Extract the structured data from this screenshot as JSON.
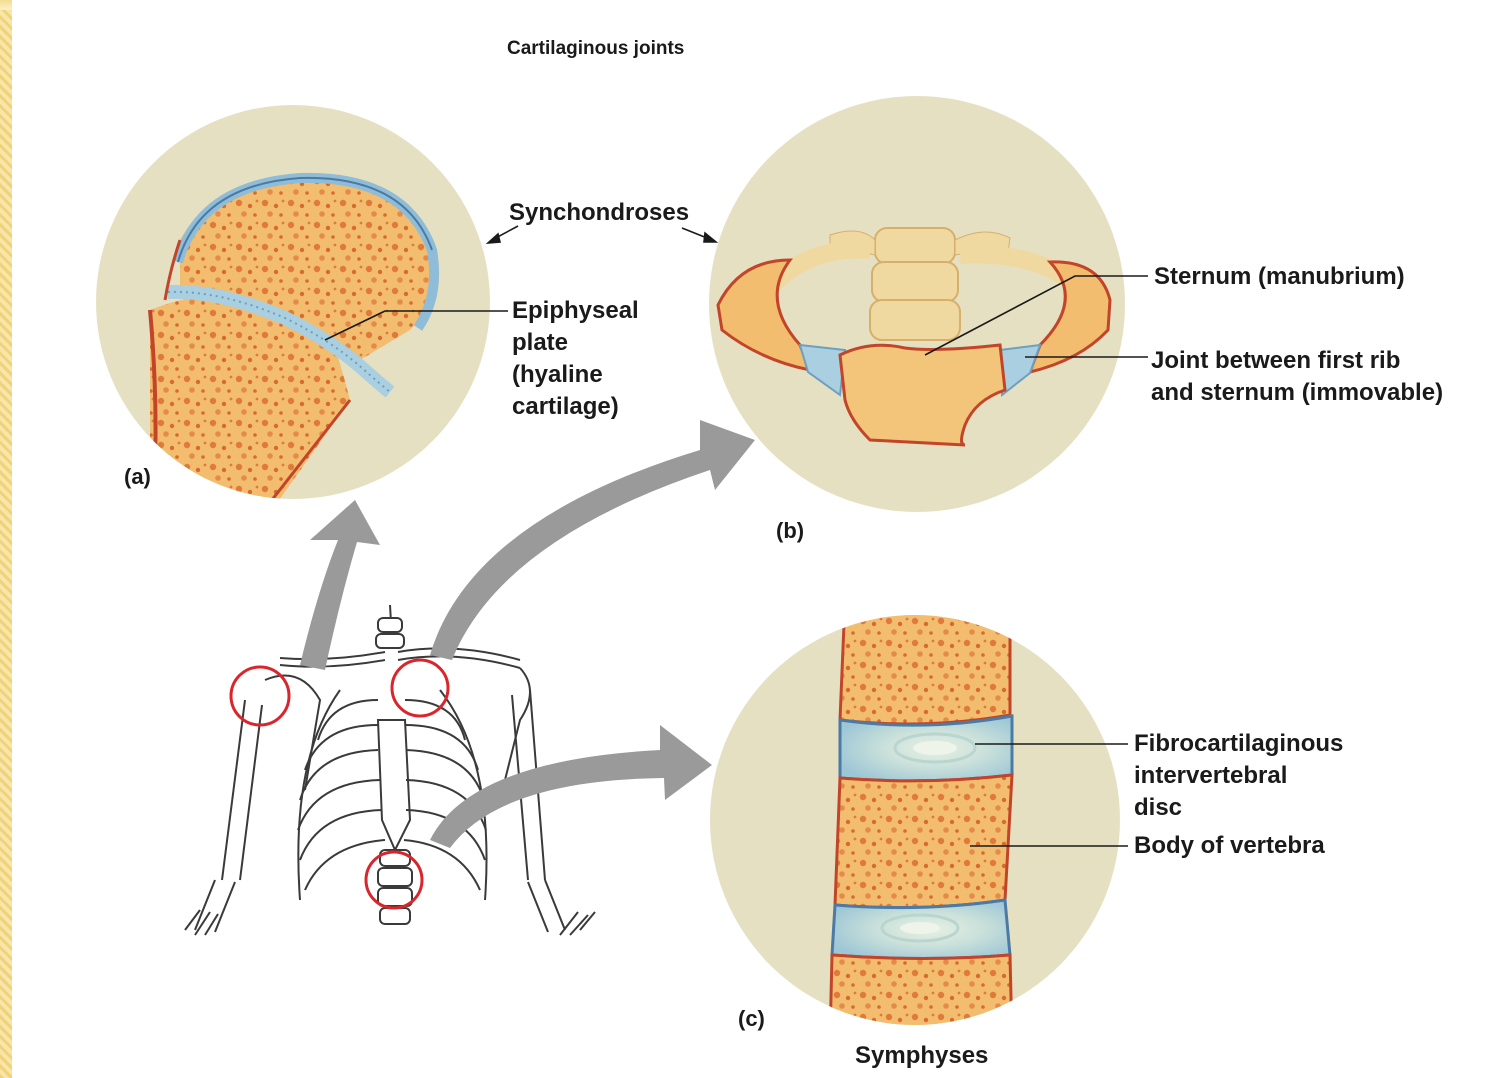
{
  "diagram": {
    "title": "Cartilaginous joints",
    "group_labels": {
      "synchondroses": "Synchondroses",
      "symphyses": "Symphyses"
    },
    "panels": {
      "a": {
        "label": "(a)",
        "callout_lines": [
          "Epiphyseal",
          "plate",
          "(hyaline",
          "cartilage)"
        ]
      },
      "b": {
        "label": "(b)",
        "callout_1": "Sternum (manubrium)",
        "callout_2_lines": [
          "Joint between first rib",
          "and sternum (immovable)"
        ]
      },
      "c": {
        "label": "(c)",
        "callout_1_lines": [
          "Fibrocartilaginous",
          "intervertebral",
          "disc"
        ],
        "callout_2": "Body of vertebra"
      }
    },
    "colors": {
      "circle_bg": "#e6e0c3",
      "bone": "#f2bd6e",
      "bone_pore": "#e07a3a",
      "cartilage": "#a9cfe0",
      "highlight_ring": "#d9262c",
      "arrow": "#9a9a9a"
    }
  }
}
